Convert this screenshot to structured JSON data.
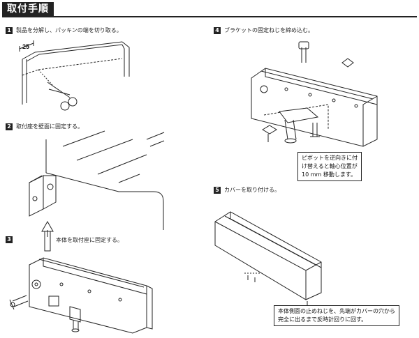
{
  "title": "取付手順",
  "steps": [
    {
      "num": "1",
      "text": "製品を分解し、パッキンの端を切り取る。"
    },
    {
      "num": "2",
      "text": "取付座を壁面に固定する。"
    },
    {
      "num": "3",
      "text": "本体を取付座に固定する。"
    },
    {
      "num": "4",
      "text": "ブラケットの固定ねじを締め込む。"
    },
    {
      "num": "5",
      "text": "カバーを取り付ける。"
    }
  ],
  "dimension_label": "25",
  "note_pivot": [
    "ピボットを逆向きに付",
    "け替えると軸心位置が",
    "10 mm 移動します。"
  ],
  "note_cover": [
    "本体側面の止めねじを、先端がカバーの穴から",
    "完全に出るまで反時計回りに回す。"
  ]
}
